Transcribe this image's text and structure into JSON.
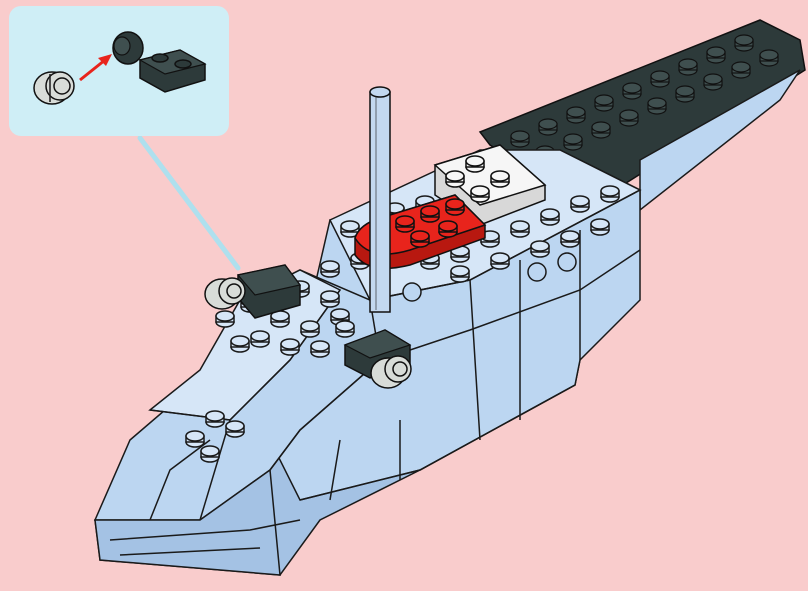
{
  "diagram": {
    "kind": "lego-building-instruction-step",
    "subject": "helicopter-body",
    "callout": {
      "parts": [
        "light-gray-wheel-hub",
        "black-plate-with-clip"
      ],
      "action": "attach-arrow"
    },
    "highlighted_new_parts": [
      "red-rotor-base-plate",
      "white-plate"
    ]
  },
  "colors": {
    "background": "#f9cccc",
    "callout_panel": "#cfeef6",
    "body_light_blue": "#bcd6f1",
    "body_shadow": "#a4c2e4",
    "body_top": "#d6e6f7",
    "dark_parts": "#2d3a3a",
    "red_part": "#e8241c",
    "white_part": "#f6f6f6",
    "wheel_gray": "#d8dcd8",
    "arrow_red": "#e8241c",
    "leader_line": "#aee0ee",
    "outline": "#1a1a1a"
  }
}
